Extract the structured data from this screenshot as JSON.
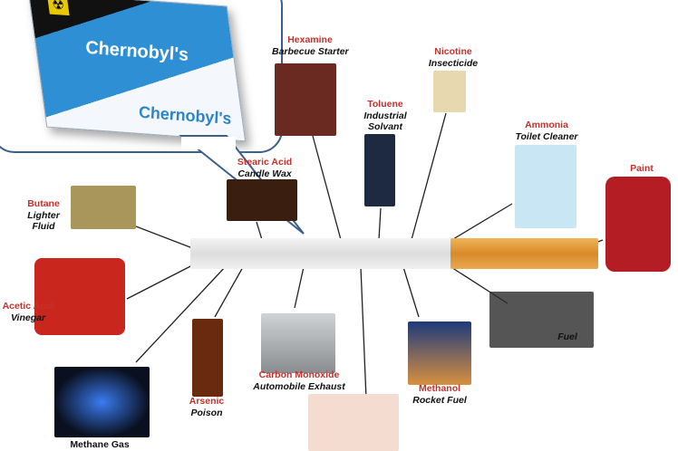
{
  "pack": {
    "brand": "Chernobyl's",
    "icon": "radiation-icon"
  },
  "items": [
    {
      "name": "Hexamine",
      "use": "Barbecue Starter"
    },
    {
      "name": "Nicotine",
      "use": "Insecticide"
    },
    {
      "name": "Toluene",
      "use": "Industrial Solvant"
    },
    {
      "name": "Ammonia",
      "use": "Toilet Cleaner"
    },
    {
      "name": "Paint",
      "use": ""
    },
    {
      "name": "Stearic Acid",
      "use": "Candle Wax"
    },
    {
      "name": "Butane",
      "use": "Lighter Fluid"
    },
    {
      "name": "Acetic Acid",
      "use": "Vinegar"
    },
    {
      "name": "",
      "use": "Fuel"
    },
    {
      "name": "Arsenic",
      "use": "Poison"
    },
    {
      "name": "Carbon Monoxide",
      "use": "Automobile Exhaust"
    },
    {
      "name": "Methanol",
      "use": "Rocket Fuel"
    },
    {
      "name": "",
      "use": "Methane Gas"
    }
  ],
  "colors": {
    "label_red": "#c4302b",
    "bubble_border": "#3b5e8c",
    "filter": "#e8a040"
  }
}
